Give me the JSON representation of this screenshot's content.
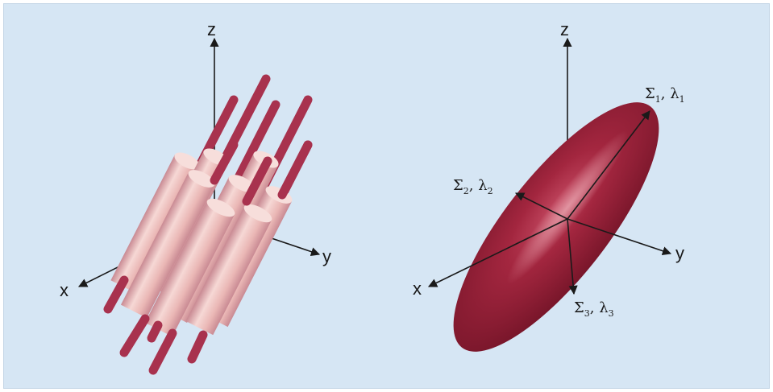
{
  "left_diagram": {
    "axes": {
      "x": "x",
      "y": "y",
      "z": "z"
    }
  },
  "right_diagram": {
    "axes": {
      "x": "x",
      "y": "y",
      "z": "z"
    },
    "eigen_labels": [
      {
        "sigma": "Σ",
        "sub1": "1",
        "lambda": "λ",
        "sub2": "1"
      },
      {
        "sigma": "Σ",
        "sub1": "2",
        "lambda": "λ",
        "sub2": "2"
      },
      {
        "sigma": "Σ",
        "sub1": "3",
        "lambda": "λ",
        "sub2": "3"
      }
    ]
  },
  "colors": {
    "background": "#d6e6f4",
    "fiber_core": "#a8324e",
    "fiber_sheath": "#f2c9c6",
    "ellipsoid": "#8c1c33",
    "axis": "#1a1a1a"
  }
}
